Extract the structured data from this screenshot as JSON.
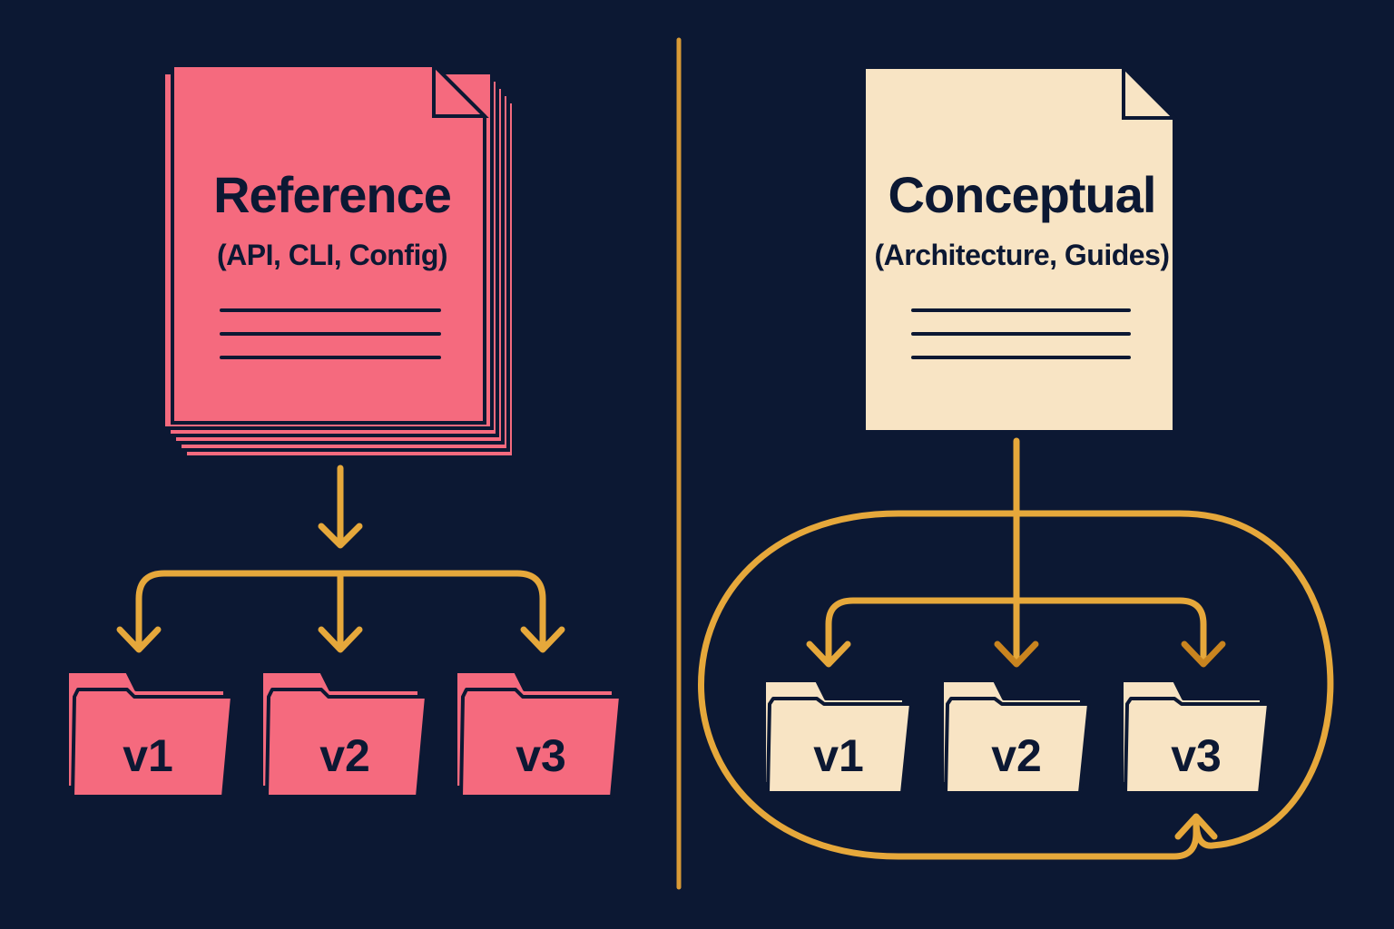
{
  "colors": {
    "background": "#0c1833",
    "reference_fill": "#f56a7e",
    "conceptual_fill": "#f8e4c4",
    "ink": "#0c1833",
    "arrow": "#e6a83b",
    "arrow_dark": "#c9841f",
    "divider": "#d99a36"
  },
  "reference": {
    "title": "Reference",
    "subtitle": "(API, CLI, Config)",
    "folders": [
      "v1",
      "v2",
      "v3"
    ]
  },
  "conceptual": {
    "title": "Conceptual",
    "subtitle": "(Architecture, Guides)",
    "folders": [
      "v1",
      "v2",
      "v3"
    ]
  }
}
